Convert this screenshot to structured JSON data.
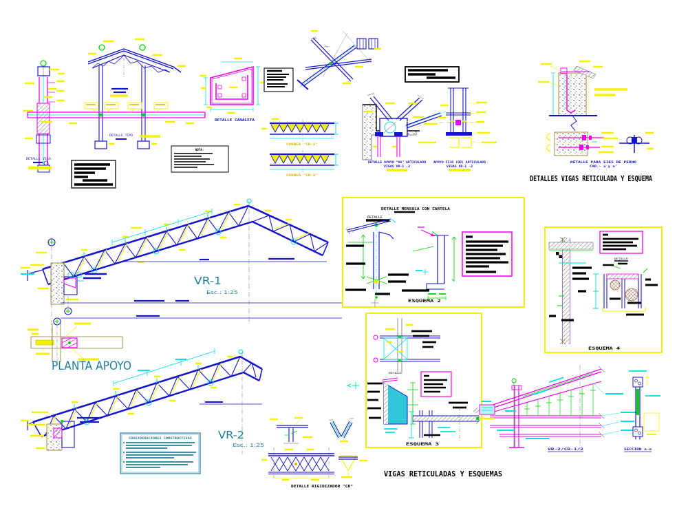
{
  "titles": {
    "top_right": "DETALLES VIGAS RETICULADA Y ESQUEMA",
    "bottom": "VIGAS RETICULADAS Y ESQUEMAS"
  },
  "labels": {
    "vr1": "VR-1",
    "vr1_esc": "Esc.:  1:25",
    "vr2": "VR-2",
    "vr2_esc": "Esc.:  1:25",
    "planta_apoyo": "PLANTA APOYO",
    "detalle_viga": "DETALLE VIGA",
    "detalle_tipo": "DETALLE TIPO",
    "detalle_canaleta": "DETALLE CANALETA",
    "correa_cr1": "CORREA \"CR-1\"",
    "correa_cr2": "CORREA \"CR-2\"",
    "apoyo_aa_1": "DETALLE APOYO \"AA\" ARTICULADO",
    "apoyo_aa_2": "VIGAS VR-1 -2",
    "apoyo_bb_1": "APOYO FIJO (BB) ARTICULADO",
    "apoyo_bb_2": "VIGAS VR-1 -2",
    "pernos_1": "DETALLE PARA EJES DE PERNO",
    "pernos_2": "CAD.- a y a'",
    "esquema2_title": "DETALLE MENSULA CON CARTELA",
    "esquema2_detalle": "DETALLE",
    "esquema2": "ESQUEMA 2",
    "esquema3": "ESQUEMA 3",
    "esquema3_detalle": "DETALLE",
    "esquema4": "ESQUEMA 4",
    "esquema4_detalle": "DETALLE",
    "rigidizador": "DETALLE RIGIDIZADOR \"CR\"",
    "nota": "NOTA:",
    "consideraciones": "CONSIDERACIONES CONSTRUCTIVAS",
    "seccion_vr2": "VR-2/CR-1/2",
    "seccion_ss": "SECCION a-a"
  },
  "colors": {
    "cad_blue": "#1414cc",
    "cyan": "#00dede",
    "magenta": "#ee00ee",
    "yellow": "#f2f200",
    "green": "#00d200",
    "teal_text": "#1f7f99",
    "tan": "#a89858",
    "gray": "#8c8c8c",
    "black": "#000000"
  }
}
